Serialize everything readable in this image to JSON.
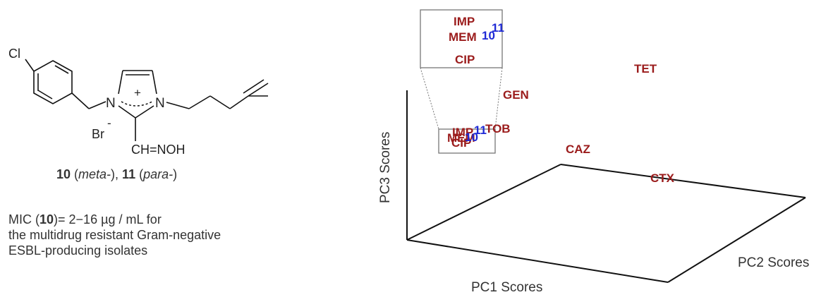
{
  "molecule": {
    "substituent_cl": "Cl",
    "charge_plus": "+",
    "nitrogen": "N",
    "counterion": "Br",
    "counterion_charge": "-",
    "oxime": "CH=NOH"
  },
  "caption": {
    "compound_a": "10",
    "compound_a_pos": "meta-",
    "compound_b": "11",
    "compound_b_pos": "para-"
  },
  "description": {
    "prefix": "MIC (",
    "compound": "10",
    "line1_rest": ")= 2−16 µg / mL for",
    "line2": "the multidrug resistant Gram-negative",
    "line3": "ESBL-producing isolates"
  },
  "plot": {
    "axis_x": "PC1 Scores",
    "axis_y": "PC2 Scores",
    "axis_z": "PC3 Scores",
    "points": [
      {
        "label": "TET",
        "color": "red"
      },
      {
        "label": "GEN",
        "color": "red"
      },
      {
        "label": "TOB",
        "color": "red"
      },
      {
        "label": "CAZ",
        "color": "red"
      },
      {
        "label": "CTX",
        "color": "red"
      }
    ],
    "cluster_labels": [
      "IMP",
      "MEM",
      "CIP"
    ],
    "cluster_compounds": [
      "10",
      "11"
    ],
    "colors": {
      "antibiotic": "#9b1c1c",
      "compound": "#1f2ad6"
    }
  }
}
